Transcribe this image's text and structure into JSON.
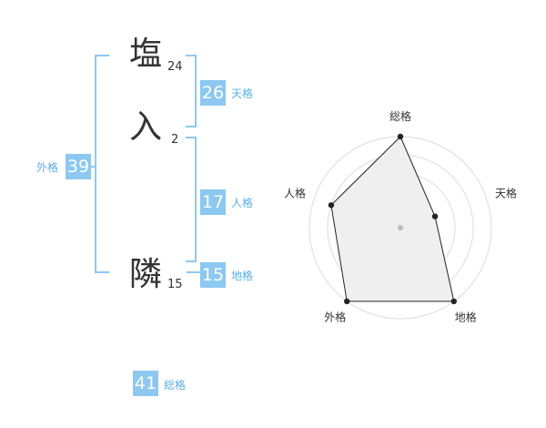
{
  "name": {
    "characters": [
      {
        "char": "塩",
        "strokes": "24"
      },
      {
        "char": "入",
        "strokes": "2"
      },
      {
        "char": "隣",
        "strokes": "15"
      }
    ]
  },
  "fortune": {
    "tenkaku": {
      "value": "26",
      "label": "天格"
    },
    "jinkaku": {
      "value": "17",
      "label": "人格"
    },
    "chikaku": {
      "value": "15",
      "label": "地格"
    },
    "gaikaku": {
      "value": "39",
      "label": "外格"
    },
    "soukaku": {
      "value": "41",
      "label": "総格"
    }
  },
  "chart_data": {
    "type": "radar",
    "axes": [
      "総格",
      "天格",
      "地格",
      "外格",
      "人格"
    ],
    "values": [
      5,
      2,
      5,
      5,
      4
    ],
    "max": 5,
    "rings": 5,
    "colors": {
      "fill": "#efefef",
      "line": "#222222",
      "grid": "#dddddd",
      "center": "#bbbbbb"
    }
  }
}
